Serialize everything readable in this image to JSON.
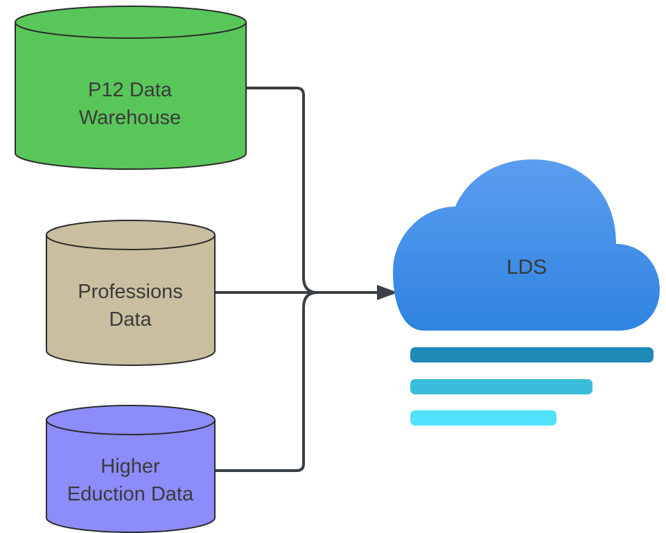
{
  "sources": [
    {
      "id": "p12",
      "lines": [
        "P12 Data",
        "Warehouse"
      ],
      "color": "#59c65a"
    },
    {
      "id": "professions",
      "lines": [
        "Professions",
        "Data"
      ],
      "color": "#c9bfa0"
    },
    {
      "id": "higher",
      "lines": [
        "Higher",
        "Eduction Data"
      ],
      "color": "#8c8cfc"
    }
  ],
  "target": {
    "label": "LDS",
    "color_top": "#5b9df0",
    "color_bottom": "#2f83e0"
  },
  "bars": [
    {
      "color": "#1f89b8"
    },
    {
      "color": "#38bcda"
    },
    {
      "color": "#52e1fb"
    }
  ],
  "connector_color": "#3a3f46"
}
